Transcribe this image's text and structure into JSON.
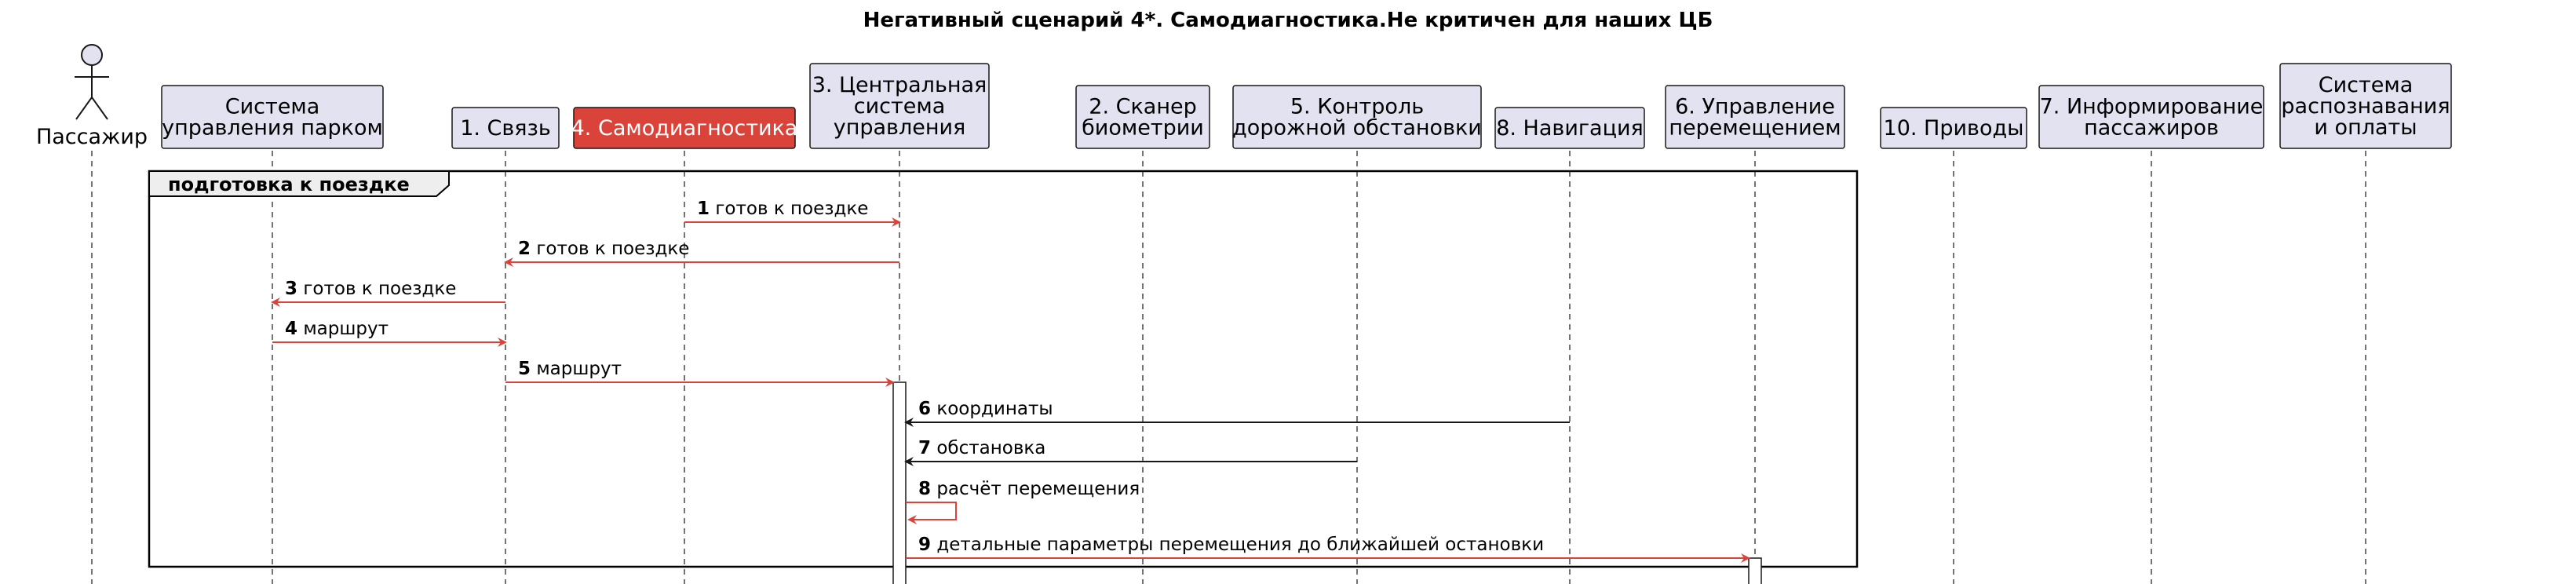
{
  "title": "Негативный сценарий 4*. Самодиагностика.Не критичен для наших ЦБ",
  "colors": {
    "participant_fill": "#e2e2f0",
    "participant_stroke": "#181818",
    "highlight_fill": "#d9433a",
    "highlight_text": "#ffffff",
    "red_arrow": "#d9433a",
    "black_arrow": "#181818",
    "lifeline": "#181818"
  },
  "participants": [
    {
      "id": "passenger",
      "kind": "actor",
      "lines": [
        "Пассажир"
      ]
    },
    {
      "id": "fleet",
      "kind": "box",
      "lines": [
        "Система",
        "управления парком"
      ]
    },
    {
      "id": "comm",
      "kind": "box",
      "lines": [
        "1. Связь"
      ]
    },
    {
      "id": "selfdiag",
      "kind": "box",
      "lines": [
        "4. Самодиагностика"
      ],
      "highlight": true
    },
    {
      "id": "central",
      "kind": "box",
      "lines": [
        "3. Центральная",
        "система",
        "управления"
      ]
    },
    {
      "id": "biometry",
      "kind": "box",
      "lines": [
        "2. Сканер",
        "биометрии"
      ]
    },
    {
      "id": "road",
      "kind": "box",
      "lines": [
        "5. Контроль",
        "дорожной обстановки"
      ]
    },
    {
      "id": "nav",
      "kind": "box",
      "lines": [
        "8. Навигация"
      ]
    },
    {
      "id": "motion",
      "kind": "box",
      "lines": [
        "6. Управление",
        "перемещением"
      ]
    },
    {
      "id": "drives",
      "kind": "box",
      "lines": [
        "10. Приводы"
      ]
    },
    {
      "id": "inform",
      "kind": "box",
      "lines": [
        "7. Информирование",
        "пассажиров"
      ]
    },
    {
      "id": "payment",
      "kind": "box",
      "lines": [
        "Система",
        "распознавания",
        "и оплаты"
      ]
    }
  ],
  "group": {
    "label": "подготовка к поездке"
  },
  "messages": [
    {
      "num": "1",
      "text": "готов к поездке",
      "from": "selfdiag",
      "to": "central",
      "color": "red"
    },
    {
      "num": "2",
      "text": "готов к поездке",
      "from": "central",
      "to": "comm",
      "color": "red"
    },
    {
      "num": "3",
      "text": "готов к поездке",
      "from": "comm",
      "to": "fleet",
      "color": "red"
    },
    {
      "num": "4",
      "text": "маршрут",
      "from": "fleet",
      "to": "comm",
      "color": "red"
    },
    {
      "num": "5",
      "text": "маршрут",
      "from": "comm",
      "to": "central",
      "color": "red"
    },
    {
      "num": "6",
      "text": "координаты",
      "from": "nav",
      "to": "central",
      "color": "black"
    },
    {
      "num": "7",
      "text": "обстановка",
      "from": "road",
      "to": "central",
      "color": "black"
    },
    {
      "num": "8",
      "text": "расчёт перемещения",
      "from": "central",
      "to": "central",
      "color": "red"
    },
    {
      "num": "9",
      "text": "детальные параметры перемещения до ближайшей остановки",
      "from": "central",
      "to": "motion",
      "color": "red"
    }
  ]
}
